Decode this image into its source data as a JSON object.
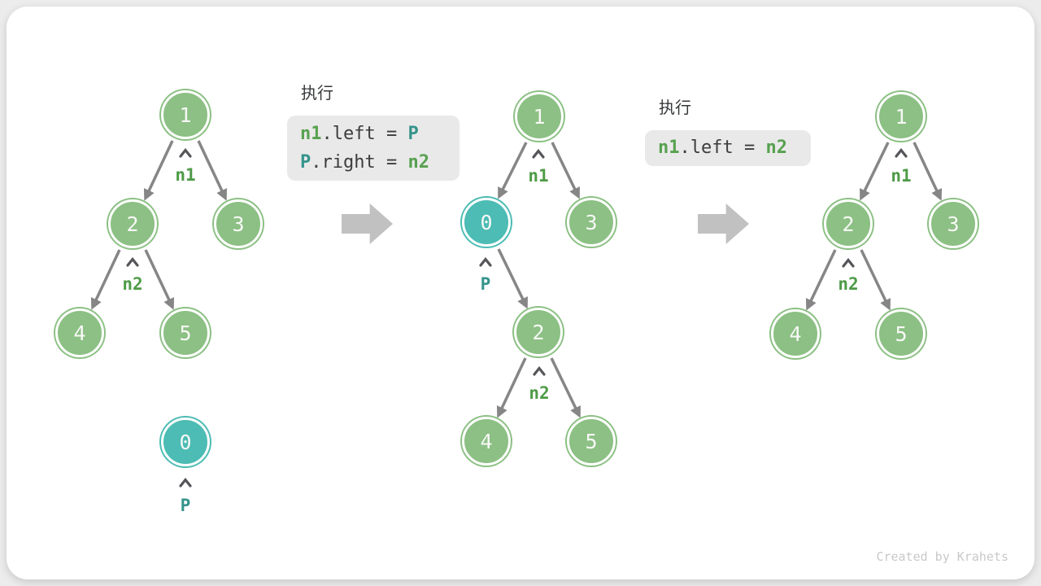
{
  "watermark": "Created by Krahets",
  "colors": {
    "node_green": "#8cc084",
    "node_teal": "#4cbcb4",
    "edge_gray": "#868686",
    "ref_green": "#4e9b47",
    "ref_teal": "#35948b",
    "code_green": "#57a14f",
    "code_teal": "#35948b",
    "code_text": "#3c3c3c",
    "code_bg": "#e9e9e9",
    "step_arrow_gray": "#c1c1c1",
    "watermark_gray": "#c9c9c9",
    "card_bg": "#ffffff",
    "page_bg": "#ececec"
  },
  "icons": {
    "pointer_caret": "up-caret",
    "step_arrow": "right-block-arrow"
  },
  "step1": {
    "title": "执行",
    "line1": {
      "a": "n1",
      "b": ".left = ",
      "c": "P"
    },
    "line2": {
      "a": "P",
      "b": ".right = ",
      "c": "n2"
    }
  },
  "step2": {
    "title": "执行",
    "line1": {
      "a": "n1",
      "b": ".left = ",
      "c": "n2"
    }
  },
  "tree_initial": {
    "node1": "1",
    "node2": "2",
    "node3": "3",
    "node4": "4",
    "node5": "5",
    "ref_n1": "n1",
    "ref_n2": "n2",
    "inserted_node": "0",
    "ref_p": "P"
  },
  "tree_intermediate": {
    "node1": "1",
    "node_p": "0",
    "node3": "3",
    "node2": "2",
    "node4": "4",
    "node5": "5",
    "ref_n1": "n1",
    "ref_p": "P",
    "ref_n2": "n2"
  },
  "tree_final": {
    "node1": "1",
    "node2": "2",
    "node3": "3",
    "node4": "4",
    "node5": "5",
    "ref_n1": "n1",
    "ref_n2": "n2"
  }
}
